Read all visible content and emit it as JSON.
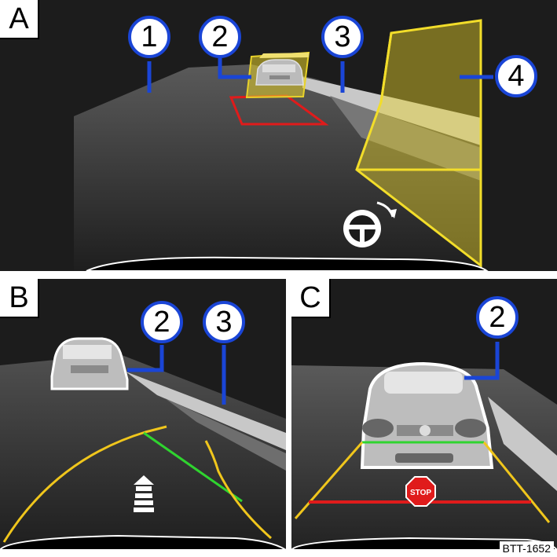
{
  "panels": [
    {
      "id": "A",
      "label": "A",
      "callouts": [
        "1",
        "2",
        "3",
        "4"
      ]
    },
    {
      "id": "B",
      "label": "B",
      "callouts": [
        "2",
        "3"
      ],
      "arrow_icon": "arrow-up-icon"
    },
    {
      "id": "C",
      "label": "C",
      "callouts": [
        "2"
      ],
      "stop_sign_text": "STOP"
    }
  ],
  "code": "BTT-1652",
  "colors": {
    "callout_border": "#1a45d6",
    "zone_yellow": "#e8d22a",
    "box_red": "#e01b1b",
    "line_green": "#2fd42f",
    "line_yellow": "#f0c61c"
  },
  "icons": {
    "steering": "steering-wheel-icon",
    "direction": "arrow-up-icon",
    "stop": "stop-sign-icon"
  }
}
